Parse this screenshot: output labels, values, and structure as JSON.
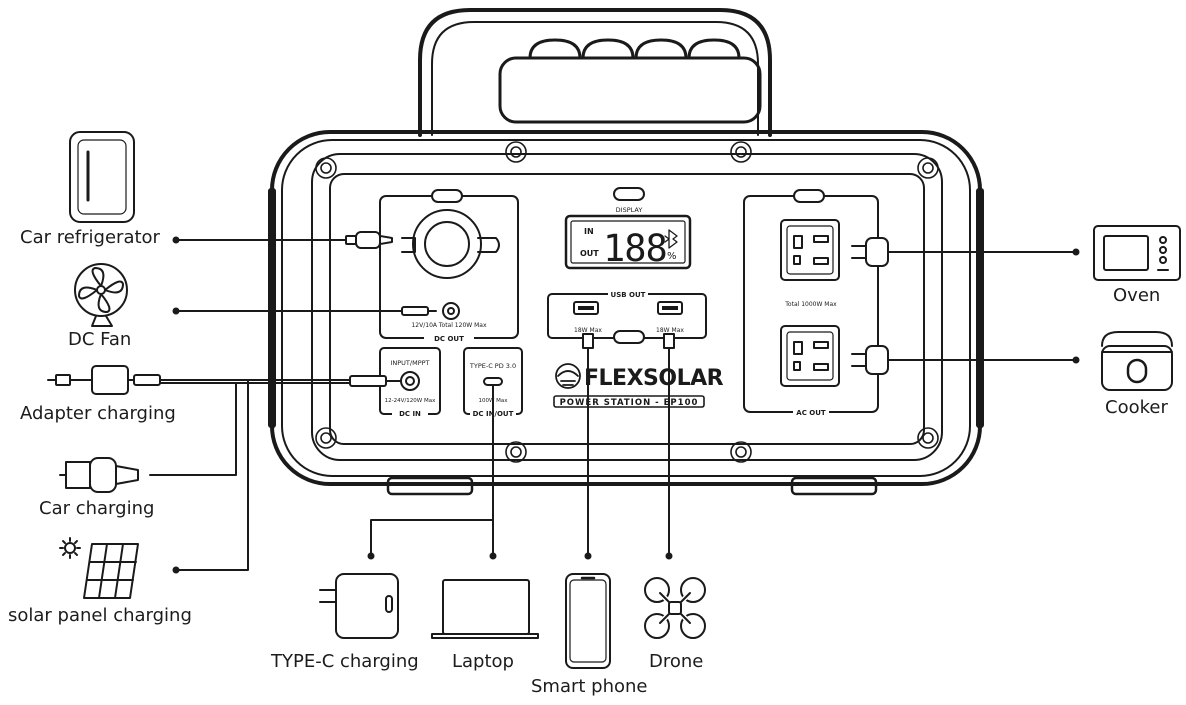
{
  "labels": {
    "car_refrigerator": "Car refrigerator",
    "dc_fan": "DC Fan",
    "adapter_charging": "Adapter charging",
    "car_charging": "Car charging",
    "solar_panel_charging": "solar panel charging",
    "oven": "Oven",
    "cooker": "Cooker",
    "typec_charging": "TYPE-C charging",
    "laptop": "Laptop",
    "smart_phone": "Smart phone",
    "drone": "Drone"
  },
  "panel": {
    "display_label": "DISPLAY",
    "lcd_in": "IN",
    "lcd_out": "OUT",
    "lcd_value": "188",
    "lcd_percent": "%",
    "dc_out_spec": "12V/10A Total 120W Max",
    "dc_out_label": "DC OUT",
    "input_label": "INPUT/MPPT",
    "input_spec": "12-24V/120W Max",
    "dc_in_label": "DC IN",
    "typec_label": "TYPE-C PD 3.0",
    "typec_spec": "100W Max",
    "typec_port_label": "DC IN/OUT",
    "usb_out_label": "USB OUT",
    "usb_spec_1": "18W Max",
    "usb_spec_2": "18W Max",
    "ac_spec": "Total 1000W Max",
    "ac_out_label": "AC OUT",
    "brand": "FLEXSOLAR",
    "model": "POWER STATION - EP100"
  }
}
